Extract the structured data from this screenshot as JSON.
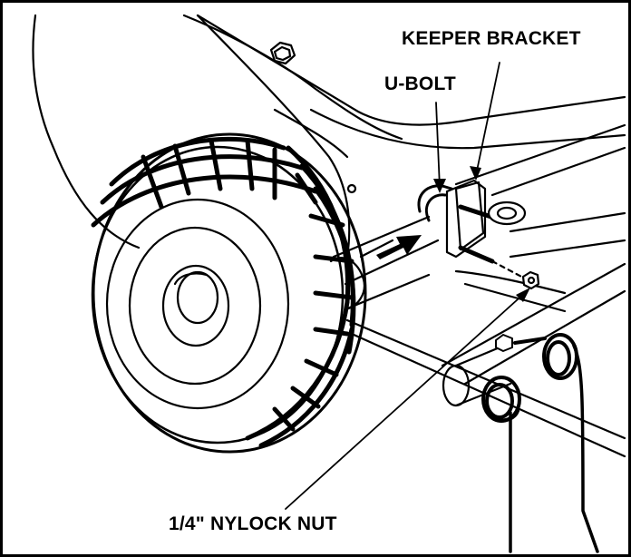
{
  "labels": {
    "keeper_bracket": "KEEPER BRACKET",
    "u_bolt": "U-BOLT",
    "nylock_nut": "1/4\" NYLOCK NUT"
  },
  "colors": {
    "line": "#000000",
    "background": "#ffffff"
  }
}
